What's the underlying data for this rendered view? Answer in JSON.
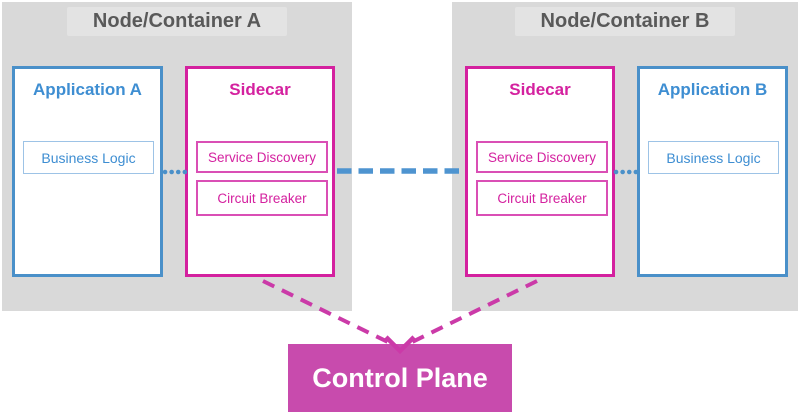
{
  "colors": {
    "blue_accent": "#4a90c9",
    "blue_text": "#3e8ed2",
    "pink_accent": "#d4219f",
    "pink_dash": "#cb3aa8",
    "control_plane_fill": "#c84bad",
    "container_fill": "#d9d9d9",
    "container_title_text": "#595959"
  },
  "containers": [
    {
      "title": "Node/Container A",
      "application": {
        "title": "Application A",
        "component": "Business Logic"
      },
      "sidecar": {
        "title": "Sidecar",
        "components": [
          "Service Discovery",
          "Circuit Breaker"
        ]
      }
    },
    {
      "title": "Node/Container B",
      "application": {
        "title": "Application B",
        "component": "Business Logic"
      },
      "sidecar": {
        "title": "Sidecar",
        "components": [
          "Service Discovery",
          "Circuit Breaker"
        ]
      }
    }
  ],
  "control_plane": {
    "label": "Control Plane"
  }
}
